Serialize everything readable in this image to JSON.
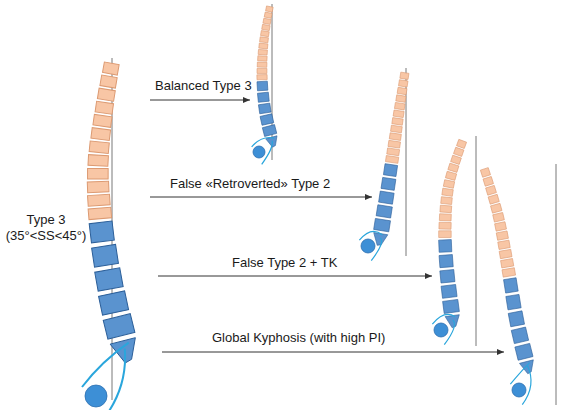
{
  "diagram": {
    "labels": [
      "Balanced Type 3",
      "Type 3 (35°<SS<45°)",
      "False «Retroverted» Type 2",
      "False Type 2 + TK",
      "Global Kyphosis (with high PI)"
    ]
  }
}
